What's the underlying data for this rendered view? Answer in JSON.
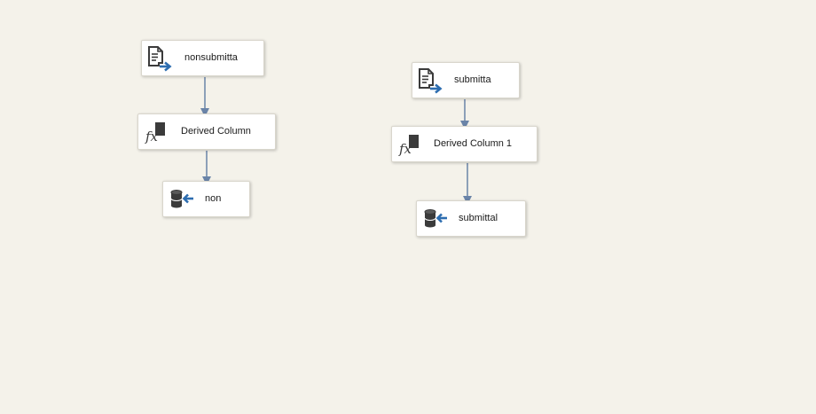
{
  "canvas": {
    "background": "#f4f2ea",
    "connector_color": "#6a84a8"
  },
  "flows": [
    {
      "source": {
        "label": "nonsubmitta",
        "icon": "flat-file-source-icon"
      },
      "transform": {
        "label": "Derived Column",
        "icon": "derived-column-icon"
      },
      "destination": {
        "label": "non",
        "icon": "database-destination-icon"
      }
    },
    {
      "source": {
        "label": "submitta",
        "icon": "flat-file-source-icon"
      },
      "transform": {
        "label": "Derived Column 1",
        "icon": "derived-column-icon"
      },
      "destination": {
        "label": "submittal",
        "icon": "database-destination-icon"
      }
    }
  ]
}
